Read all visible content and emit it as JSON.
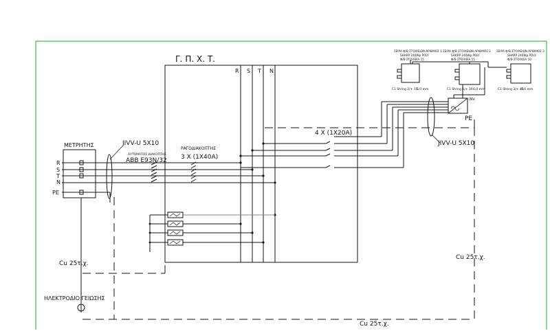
{
  "diagram": {
    "colors": {
      "frame": "#3cc23c",
      "line": "#111111",
      "panel_rows": "#8a8a8a"
    },
    "panel_title": "Γ. Π. Χ. Τ.",
    "panel_phases": [
      "R",
      "S",
      "T",
      "N"
    ],
    "meter": {
      "label": "ΜΕΤΡΗΤΗΣ"
    },
    "feed_cable": "JIVV-U 5X10",
    "main_breaker": {
      "line1": "ΑΥΤΟΜΑΤΟΣ ΔΙΑΚΟΠΤΗΣ",
      "line2": "ABB E93N/32"
    },
    "lightning_switch": {
      "line1": "ΡΑΓΟΔΙΑΚΟΠΤΗΣ",
      "line2": "3 X (1X40A)"
    },
    "string_fuses": "4 X (1X20A)",
    "inverter_cable": "JIVV-U 5X10",
    "pe_label": "PE",
    "phase_labels": [
      "R",
      "S",
      "T",
      "N",
      "PE"
    ],
    "ground_conductors": [
      "Cu 25τ.χ.",
      "Cu 25τ.χ.",
      "Cu 25τ.χ."
    ],
    "electrode_label": "ΗΛΕΚΤΡΟΔΙΟ ΓΕΙΩΣΗΣ",
    "inverter_label": "INV.",
    "pv_strings": [
      {
        "head": "ΣΕΙΡΑ Φ/Β ΣΤΟΙΧΕΙΩΝ ΑΡΙΘΜΟΣ 1",
        "model": "SHARP 240Wp POLY",
        "count": "Φ/Β ΣΤΟΙΧΕΙΑ 15",
        "string": "C1 String 2/+ 15",
        "section": "6,0 mm"
      },
      {
        "head": "ΣΕΙΡΑ Φ/Β ΣΤΟΙΧΕΙΩΝ ΑΡΙΘΜΟΣ 2",
        "model": "SHARP 240Wp POLY",
        "count": "Φ/Β ΣΤΟΙΧΕΙΑ 15",
        "string": "C1 String 1/+ 30",
        "section": "6,0 mm"
      },
      {
        "head": "ΣΕΙΡΑ Φ/Β ΣΤΟΙΧΕΙΩΝ ΑΡΙΘΜΟΣ 3",
        "model": "SHARP 240Wp POLY",
        "count": "Φ/Β ΣΤΟΙΧΕΙΑ 10",
        "string": "C1 String 3/+ 45",
        "section": "6,0 mm"
      }
    ]
  }
}
